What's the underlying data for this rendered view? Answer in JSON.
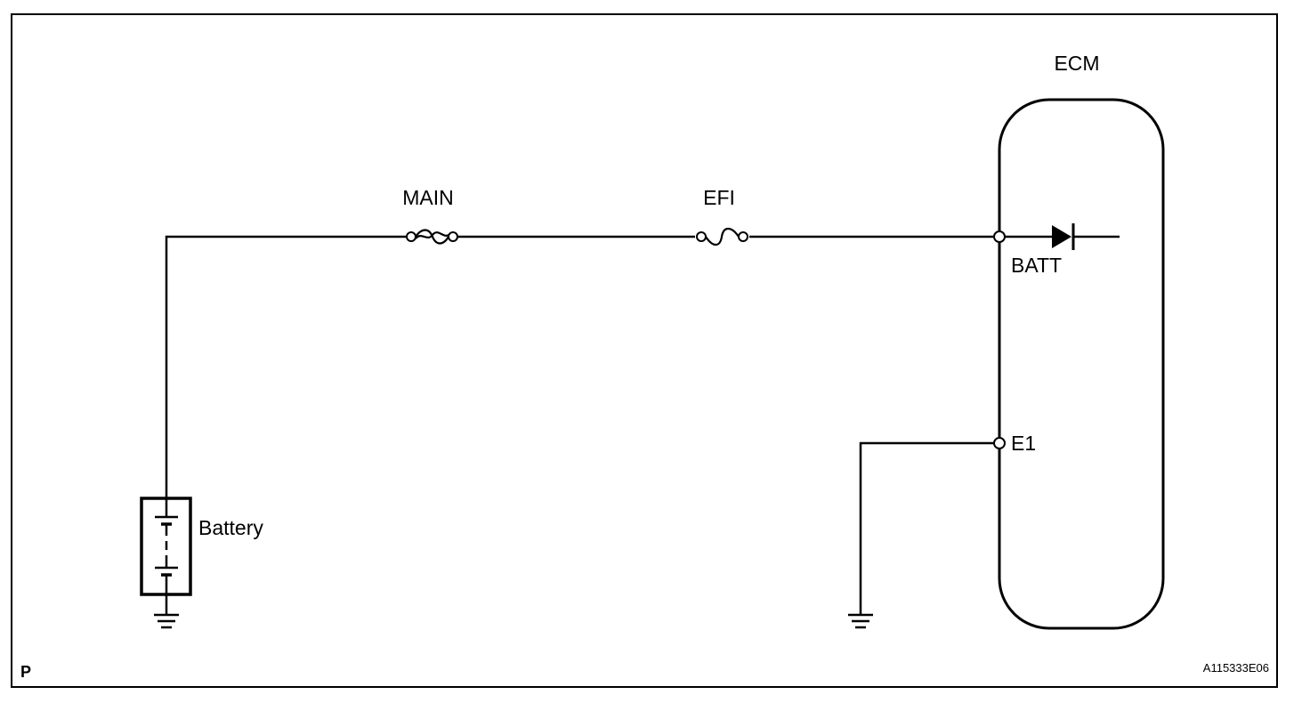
{
  "labels": {
    "ecm": "ECM",
    "main_fuse": "MAIN",
    "efi_fuse": "EFI",
    "batt_terminal": "BATT",
    "e1_terminal": "E1",
    "battery": "Battery",
    "corner_mark": "P",
    "figure_code": "A115333E06"
  },
  "colors": {
    "line": "#000000",
    "background": "#ffffff"
  },
  "components": [
    {
      "name": "battery",
      "icon": "battery-symbol"
    },
    {
      "name": "main-fuse",
      "icon": "fusible-link-symbol"
    },
    {
      "name": "efi-fuse",
      "icon": "fuse-symbol"
    },
    {
      "name": "ecm",
      "icon": "rounded-rectangle"
    },
    {
      "name": "diode",
      "icon": "diode-symbol"
    },
    {
      "name": "ground",
      "icon": "ground-symbol"
    }
  ]
}
